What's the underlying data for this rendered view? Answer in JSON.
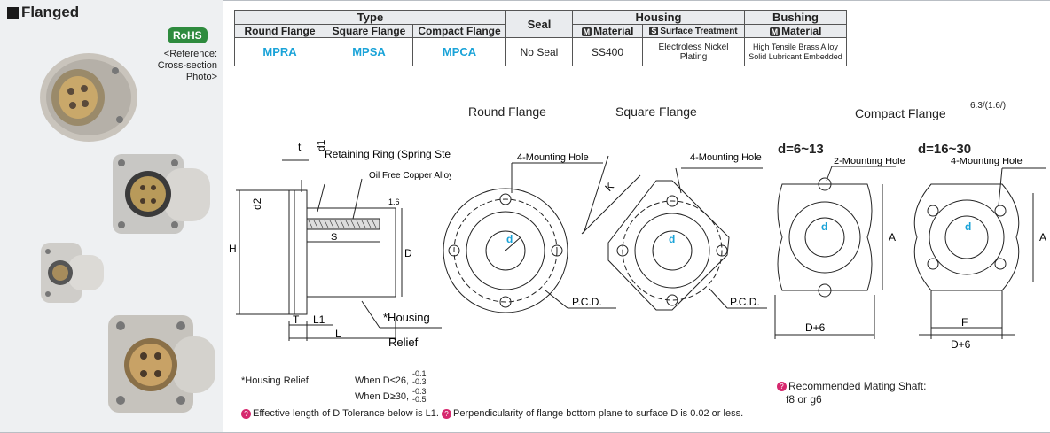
{
  "left_panel": {
    "title": "Flanged",
    "rohs": "RoHS",
    "reference_lines": [
      "<Reference:",
      "Cross-section",
      "Photo>"
    ]
  },
  "spec_table": {
    "type_header": "Type",
    "seal_header": "Seal",
    "housing_header": "Housing",
    "bushing_header": "Bushing",
    "type_cols": [
      "Round Flange",
      "Square Flange",
      "Compact Flange"
    ],
    "housing_material": "Material",
    "housing_surface": "Surface Treatment",
    "bushing_material": "Material",
    "m_badge": "M",
    "s_badge": "S",
    "codes": [
      "MPRA",
      "MPSA",
      "MPCA"
    ],
    "seal_value": "No Seal",
    "housing_material_value": "SS400",
    "surface_value_1": "Electroless Nickel",
    "surface_value_2": "Plating",
    "bushing_value_1": "High Tensile Brass Alloy",
    "bushing_value_2": "Solid Lubricant Embedded"
  },
  "drawing": {
    "round_flange": "Round Flange",
    "square_flange": "Square Flange",
    "compact_flange": "Compact Flange",
    "surface_roughness": "6.3/(1.6/)",
    "retaining_ring": "Retaining Ring (Spring Steel)",
    "oil_free": "Oil Free Copper Alloy Bushing",
    "mounting4": "4-Mounting Hole",
    "mounting2": "2-Mounting Hole",
    "d_small": "d=6~13",
    "d_large": "d=16~30",
    "pcd": "P.C.D.",
    "d_plus_6": "D+6",
    "housing_relief_1": "*Housing",
    "housing_relief_2": "Relief",
    "dim_t": "t",
    "dim_d1": "d1",
    "dim_d2": "d2",
    "dim_H": "H",
    "dim_S": "S",
    "dim_D": "D",
    "dim_T": "T",
    "dim_L1": "L1",
    "dim_L": "L",
    "dim_K": "K",
    "dim_A": "A",
    "dim_F": "F",
    "dim_d": "d",
    "rough16": "1.6"
  },
  "notes": {
    "relief_label": "*Housing Relief",
    "when_26": "When D≤26,",
    "when_30": "When D≥30,",
    "tol_26_top": "-0.1",
    "tol_26_bot": "-0.3",
    "tol_30_top": "-0.3",
    "tol_30_bot": "-0.5",
    "effective": "Effective length of D Tolerance below is L1.",
    "perpendicularity": "Perpendicularity of flange bottom plane to surface D is 0.02 or less.",
    "shaft_title": "Recommended Mating Shaft:",
    "shaft_value": "f8 or g6"
  },
  "colors": {
    "accent": "#1aa3d8",
    "rohs": "#2e8b3e",
    "icon": "#d6286e"
  }
}
